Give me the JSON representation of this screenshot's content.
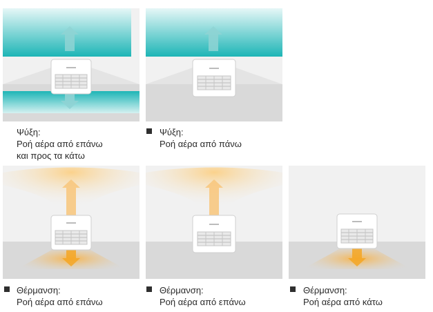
{
  "captions": {
    "c1": {
      "line1": "Ψύξη:",
      "line2": "Ροή αέρα από επάνω",
      "line3": "και προς τα κάτω"
    },
    "c2": {
      "line1": "Ψύξη:",
      "line2": "Ροή αέρα από πάνω"
    },
    "c3": {
      "line1": "Θέρμανση:",
      "line2": "Ροή αέρα από επάνω"
    },
    "c4": {
      "line1": "Θέρμανση:",
      "line2": "Ροή αέρα από επάνω"
    },
    "c5": {
      "line1": "Θέρμανση:",
      "line2": "Ροή αέρα από κάτω"
    }
  },
  "colors": {
    "cool": "#19b3b4",
    "cool_light": "#c7eced",
    "heat": "#f5a623",
    "heat_light": "#fde5b8",
    "floor": "#d9d9d9",
    "wall": "#f1f1f1"
  }
}
